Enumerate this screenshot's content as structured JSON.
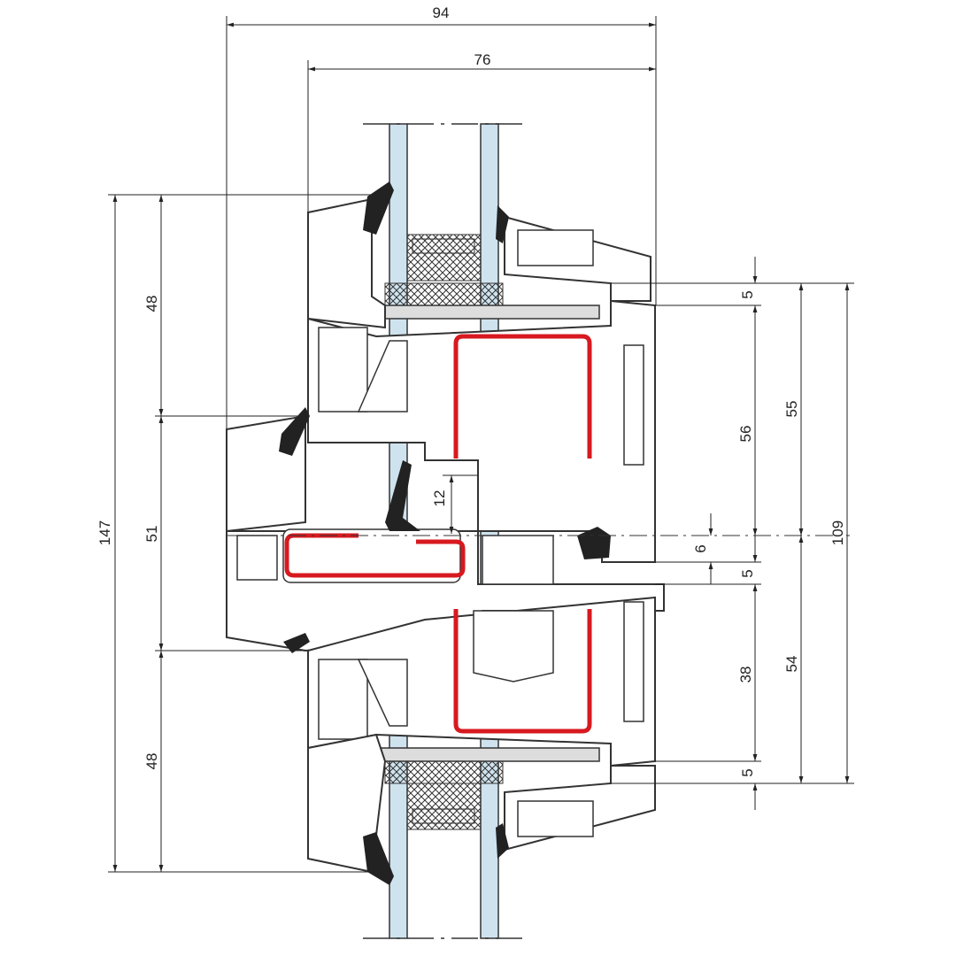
{
  "dimensions": {
    "overall_width": "94",
    "frame_width": "76",
    "overall_height": "147",
    "upper_glazing": "48",
    "middle_section": "51",
    "lower_glazing": "48",
    "rebate_depth": "12",
    "top_glass_gap": "5",
    "upper_sash": "56",
    "upper_total": "55",
    "total_height": "109",
    "mullion_offset": "6",
    "mid_gap": "5",
    "lower_sash": "38",
    "lower_total": "54",
    "bottom_glass_gap": "5"
  },
  "colors": {
    "reinforcement": "#d71920",
    "glass": "#cfe3ef",
    "outline": "#333333"
  }
}
